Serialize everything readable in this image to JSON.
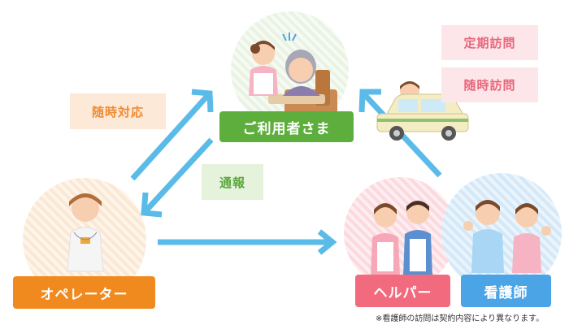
{
  "nodes": {
    "user": "ご利用者さま",
    "operator": "オペレーター",
    "helper": "ヘルパー",
    "nurse": "看護師"
  },
  "flows": {
    "on_demand_response": "随時対応",
    "report": "通報",
    "scheduled_visit": "定期訪問",
    "on_demand_visit": "随時訪問"
  },
  "note": "※看護師の訪問は契約内容により異なります。",
  "colors": {
    "user_label": "#5dae3c",
    "operator_label": "#f08a1e",
    "helper_label": "#f26a7d",
    "nurse_label": "#4aa4e6",
    "arrow": "#5bbbe8",
    "tag_orange_bg": "#fde9d7",
    "tag_orange_text": "#ee8a35",
    "tag_green_bg": "#e5f2dc",
    "tag_green_text": "#5aa83a",
    "tag_pink_bg": "#fde6ea",
    "tag_pink_text": "#e8667a"
  }
}
